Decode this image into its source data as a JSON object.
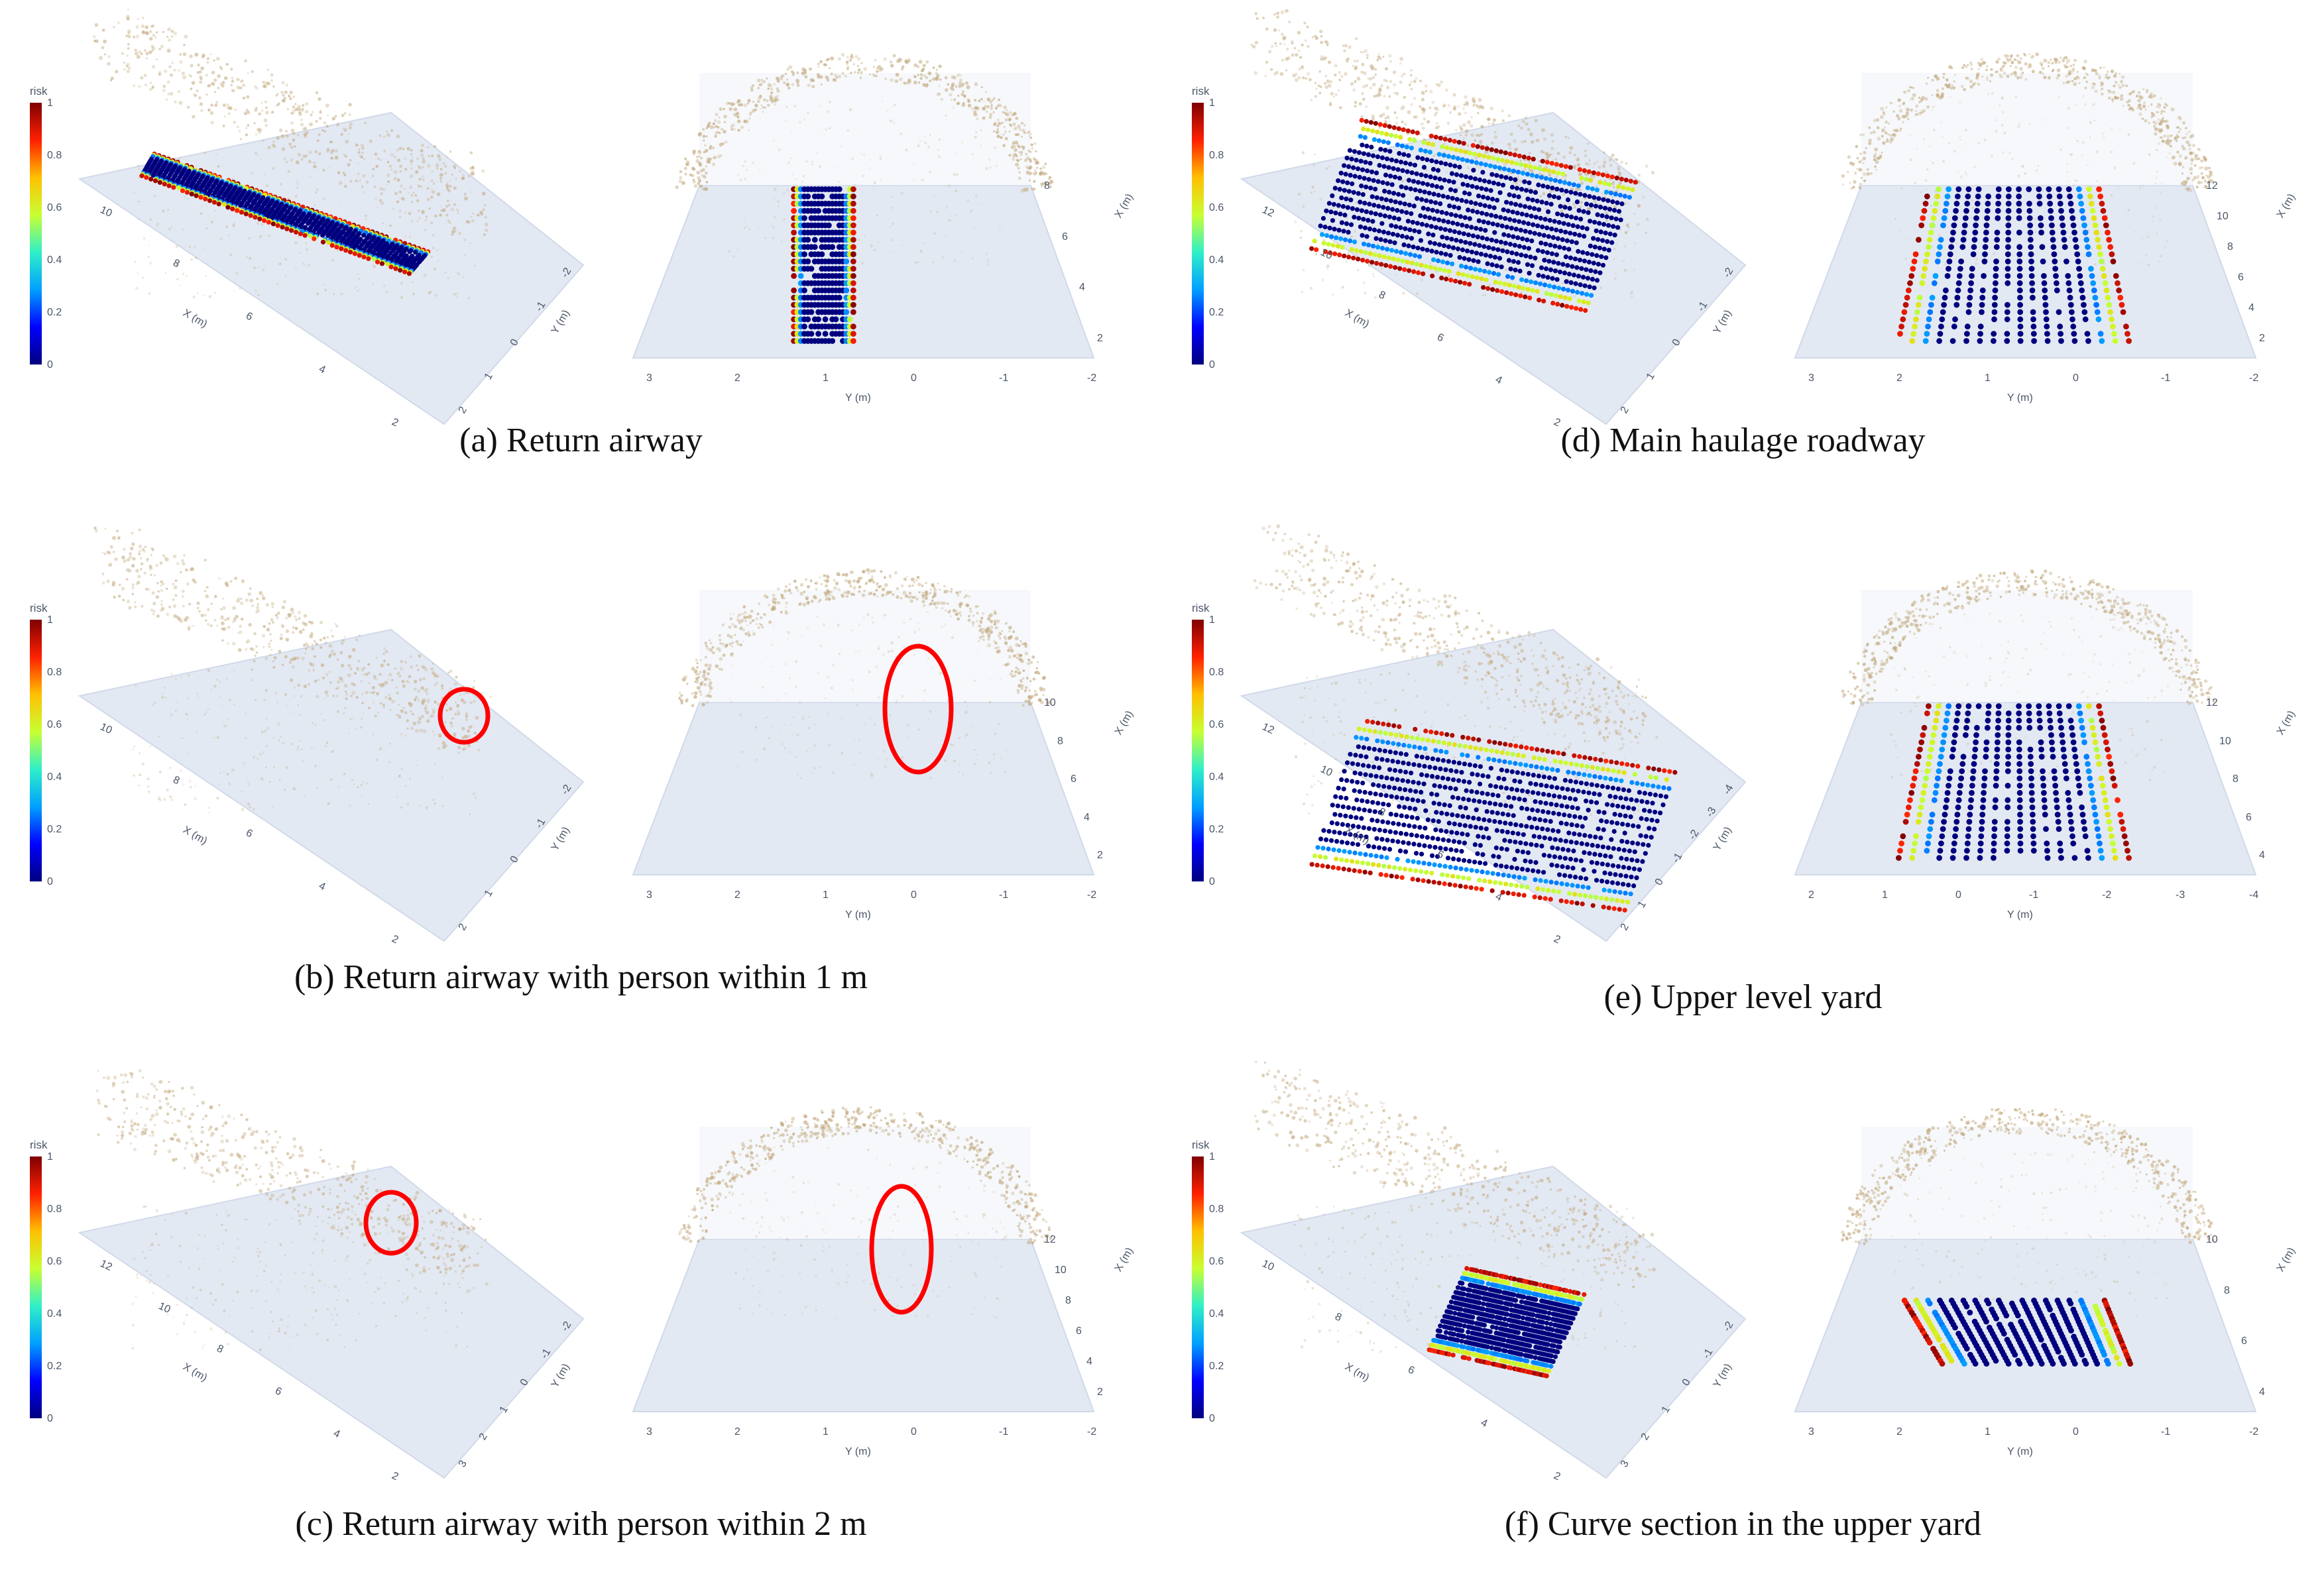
{
  "figure": {
    "colorbar": {
      "title": "risk",
      "ticks": [
        "0",
        "0.2",
        "0.4",
        "0.6",
        "0.8",
        "1"
      ],
      "colormap": [
        "#00007f",
        "#0000ff",
        "#00a0ff",
        "#2ff0c8",
        "#c8ff32",
        "#ffc000",
        "#ff2000",
        "#7f0000"
      ]
    },
    "colors": {
      "cloud": "#c2a87c",
      "floor": "#dfe6f2",
      "floor_edge": "#c9d3e6",
      "highlight_circle": "#ff0000"
    },
    "panels": [
      {
        "id": "a",
        "caption": "(a) Return airway",
        "left_x_ticks": [
          "10",
          "8",
          "6",
          "4",
          "2"
        ],
        "left_y_ticks": [
          "-2",
          "-1",
          "0",
          "1",
          "2"
        ],
        "left_x_label": "X (m)",
        "left_y_label": "Y (m)",
        "right_y_ticks": [
          "3",
          "2",
          "1",
          "0",
          "-1",
          "-2"
        ],
        "right_x_ticks": [
          "8",
          "6",
          "4",
          "2"
        ],
        "right_x_label": "X (m)",
        "right_y_label": "Y (m)",
        "has_risk": true,
        "has_circle": false
      },
      {
        "id": "b",
        "caption": "(b) Return airway with person within 1 m",
        "left_x_ticks": [
          "10",
          "8",
          "6",
          "4",
          "2"
        ],
        "left_y_ticks": [
          "-2",
          "-1",
          "0",
          "1",
          "2"
        ],
        "left_x_label": "X (m)",
        "left_y_label": "Y (m)",
        "right_y_ticks": [
          "3",
          "2",
          "1",
          "0",
          "-1",
          "-2"
        ],
        "right_x_ticks": [
          "10",
          "8",
          "6",
          "4",
          "2"
        ],
        "right_x_label": "X (m)",
        "right_y_label": "Y (m)",
        "has_risk": false,
        "has_circle": true
      },
      {
        "id": "c",
        "caption": "(c) Return airway with person within 2 m",
        "left_x_ticks": [
          "12",
          "10",
          "8",
          "6",
          "4",
          "2"
        ],
        "left_y_ticks": [
          "-2",
          "-1",
          "0",
          "1",
          "2",
          "3"
        ],
        "left_x_label": "X (m)",
        "left_y_label": "Y (m)",
        "right_y_ticks": [
          "3",
          "2",
          "1",
          "0",
          "-1",
          "-2"
        ],
        "right_x_ticks": [
          "12",
          "10",
          "8",
          "6",
          "4",
          "2"
        ],
        "right_x_label": "X (m)",
        "right_y_label": "Y (m)",
        "has_risk": false,
        "has_circle": true
      },
      {
        "id": "d",
        "caption": "(d) Main haulage roadway",
        "left_x_ticks": [
          "12",
          "10",
          "8",
          "6",
          "4",
          "2"
        ],
        "left_y_ticks": [
          "-2",
          "-1",
          "0",
          "1",
          "2"
        ],
        "left_x_label": "X (m)",
        "left_y_label": "Y (m)",
        "right_y_ticks": [
          "3",
          "2",
          "1",
          "0",
          "-1",
          "-2"
        ],
        "right_x_ticks": [
          "12",
          "10",
          "8",
          "6",
          "4",
          "2"
        ],
        "right_x_label": "X (m)",
        "right_y_label": "Y (m)",
        "has_risk": true,
        "has_circle": false
      },
      {
        "id": "e",
        "caption": "(e) Upper level yard",
        "left_x_ticks": [
          "12",
          "10",
          "8",
          "6",
          "4",
          "2"
        ],
        "left_y_ticks": [
          "-4",
          "-3",
          "-2",
          "-1",
          "0",
          "1",
          "2"
        ],
        "left_x_label": "X (m)",
        "left_y_label": "Y (m)",
        "right_y_ticks": [
          "2",
          "1",
          "0",
          "-1",
          "-2",
          "-3",
          "-4"
        ],
        "right_x_ticks": [
          "12",
          "10",
          "8",
          "6",
          "4"
        ],
        "right_x_label": "X (m)",
        "right_y_label": "Y (m)",
        "has_risk": true,
        "has_circle": false
      },
      {
        "id": "f",
        "caption": "(f) Curve section in the upper yard",
        "left_x_ticks": [
          "10",
          "8",
          "6",
          "4",
          "2"
        ],
        "left_y_ticks": [
          "-2",
          "-1",
          "0",
          "1",
          "2",
          "3"
        ],
        "left_x_label": "X (m)",
        "left_y_label": "Y (m)",
        "right_y_ticks": [
          "3",
          "2",
          "1",
          "0",
          "-1",
          "-2"
        ],
        "right_x_ticks": [
          "10",
          "8",
          "6",
          "4"
        ],
        "right_x_label": "X (m)",
        "right_y_label": "Y (m)",
        "has_risk": true,
        "has_circle": false
      }
    ]
  }
}
